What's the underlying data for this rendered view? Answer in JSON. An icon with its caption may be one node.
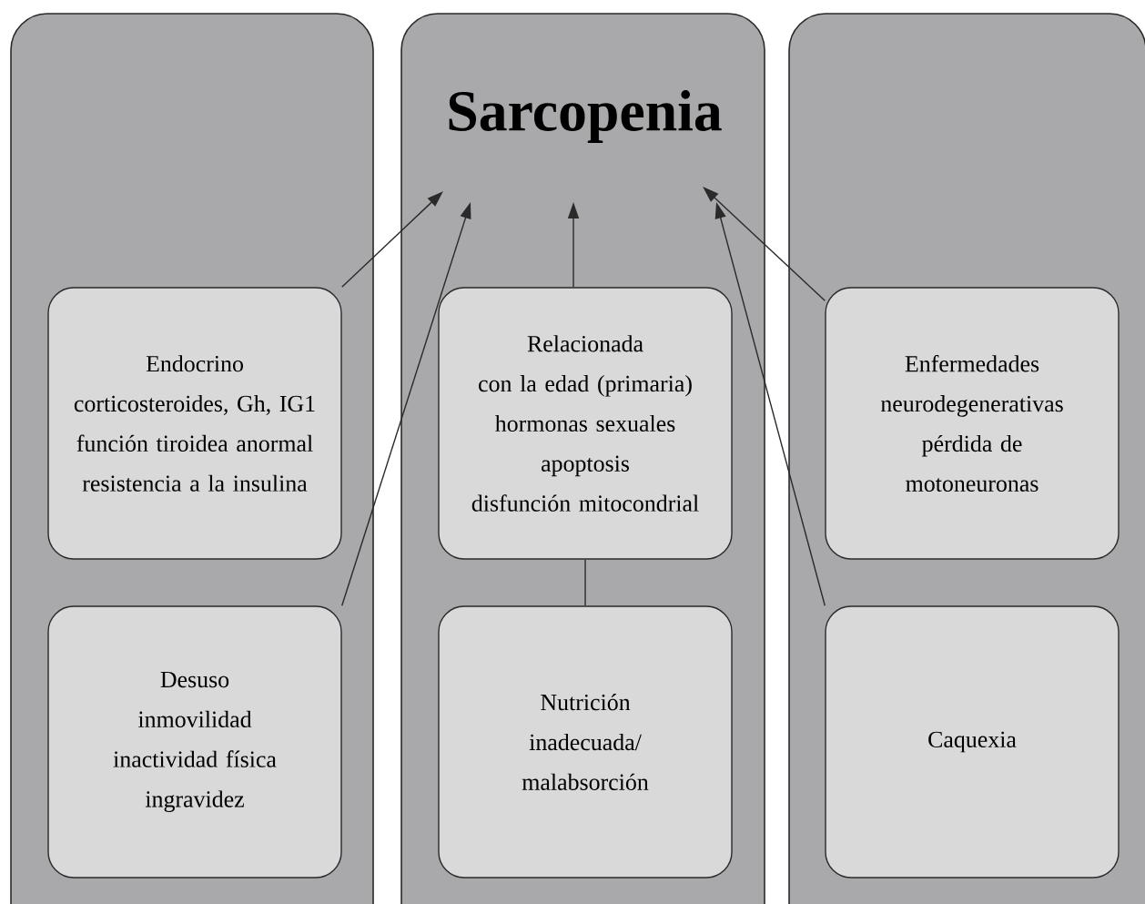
{
  "diagram": {
    "nodes": [
      {
        "text": [],
        "shape": "box"
      },
      {
        "text": [],
        "shape": "box"
      },
      {
        "text": [],
        "shape": "box"
      },
      {
        "text": [
          "Sarcopenia"
        ],
        "in": 1
      },
      {
        "text": [
          "Endocrino",
          "corticosteroides, Gh, IG1",
          "función tiroidea anormal",
          "resistencia a la insulina"
        ],
        "in": 0
      },
      {
        "text": [
          "Desuso",
          "inmovilidad",
          "inactividad física",
          "ingravidez"
        ],
        "in": 0
      },
      {
        "text": [
          "Relacionada",
          "con la edad (primaria)",
          "hormonas sexuales",
          "apoptosis",
          "disfunción mitocondrial"
        ],
        "in": 1
      },
      {
        "text": [
          "Nutrición inadecuada/ malabsorción"
        ],
        "in": 1
      },
      {
        "text": [
          "Enfermedades neurodegenerativas",
          "pérdida de motoneuronas"
        ],
        "in": 2
      },
      {
        "text": [
          "Caquexia"
        ],
        "in": 2
      }
    ],
    "edges": [
      {
        "from": 4,
        "to": 3,
        "arrow": "to"
      },
      {
        "from": 5,
        "to": 3,
        "arrow": "to"
      },
      {
        "from": 6,
        "to": 3,
        "arrow": "to"
      },
      {
        "from": 9,
        "to": 3,
        "arrow": "to"
      },
      {
        "from": 8,
        "to": 3,
        "arrow": "to"
      },
      {
        "from": 7,
        "to": 6,
        "arrow": "none"
      }
    ]
  }
}
